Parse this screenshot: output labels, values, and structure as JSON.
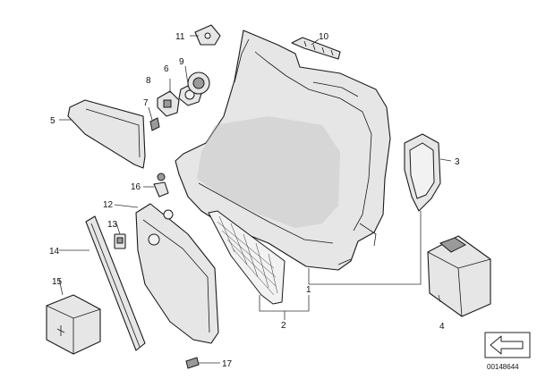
{
  "callouts": [
    "1",
    "2",
    "3",
    "4",
    "5",
    "6",
    "7",
    "8",
    "9",
    "10",
    "11",
    "12",
    "13",
    "14",
    "15",
    "16",
    "17"
  ],
  "doc_number": "00148644",
  "nav_icon": "next-arrow-icon"
}
